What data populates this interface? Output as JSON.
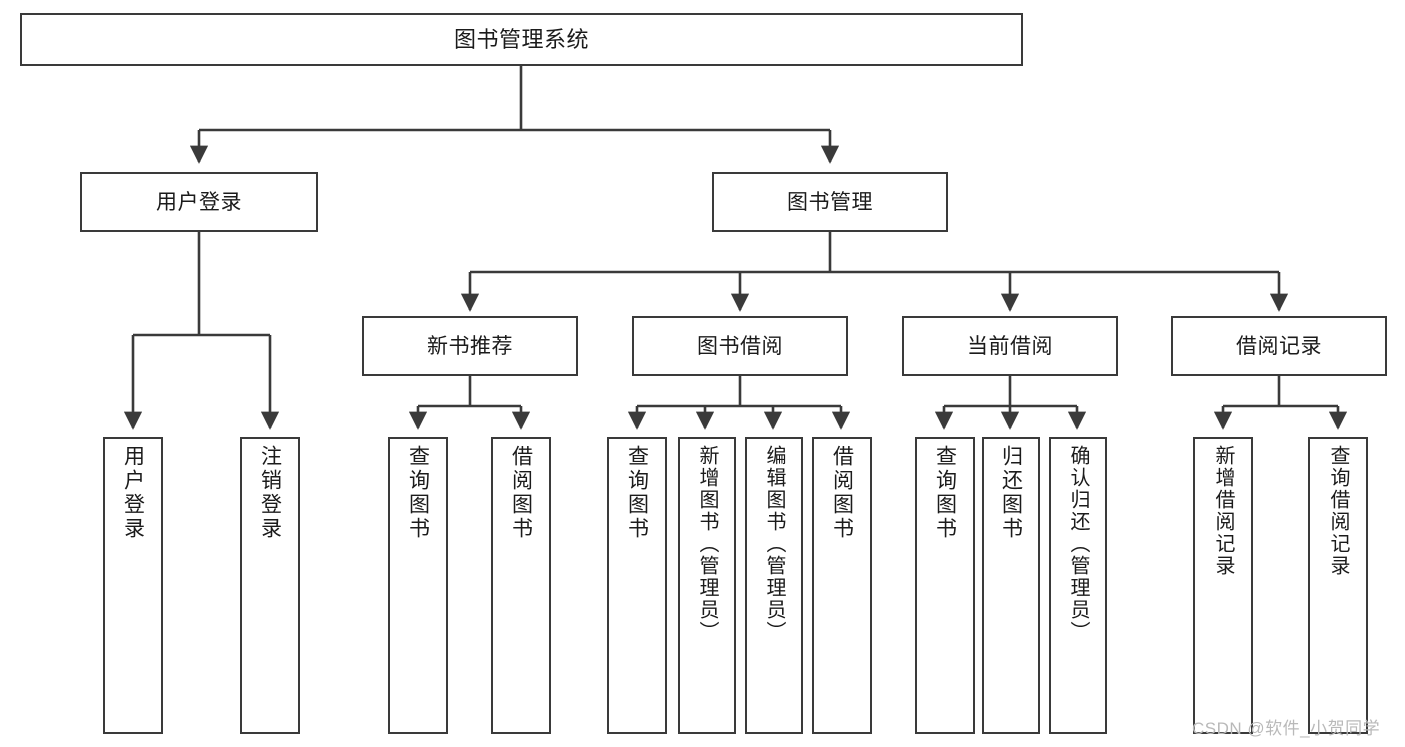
{
  "diagram": {
    "type": "tree",
    "title": "图书管理系统",
    "watermark": "CSDN @软件_小贺同学",
    "colors": {
      "box_border": "#3a3a3a",
      "box_fill": "#ffffff",
      "connector": "#3a3a3a",
      "text": "#1b1b1b",
      "watermark": "#b9b9b9",
      "background": "#ffffff"
    },
    "root": {
      "label": "图书管理系统"
    },
    "level1": [
      {
        "label": "用户登录"
      },
      {
        "label": "图书管理"
      }
    ],
    "level2": [
      {
        "label": "新书推荐"
      },
      {
        "label": "图书借阅"
      },
      {
        "label": "当前借阅"
      },
      {
        "label": "借阅记录"
      }
    ],
    "leaves": {
      "user_login": [
        {
          "label": "用户登录"
        },
        {
          "label": "注销登录"
        }
      ],
      "new_book": [
        {
          "label": "查询图书"
        },
        {
          "label": "借阅图书"
        }
      ],
      "book_borrow": [
        {
          "label": "查询图书"
        },
        {
          "label": "新增图书（管理员）"
        },
        {
          "label": "编辑图书（管理员）"
        },
        {
          "label": "借阅图书"
        }
      ],
      "current_borrow": [
        {
          "label": "查询图书"
        },
        {
          "label": "归还图书"
        },
        {
          "label": "确认归还（管理员）"
        }
      ],
      "borrow_record": [
        {
          "label": "新增借阅记录"
        },
        {
          "label": "查询借阅记录"
        }
      ]
    }
  }
}
